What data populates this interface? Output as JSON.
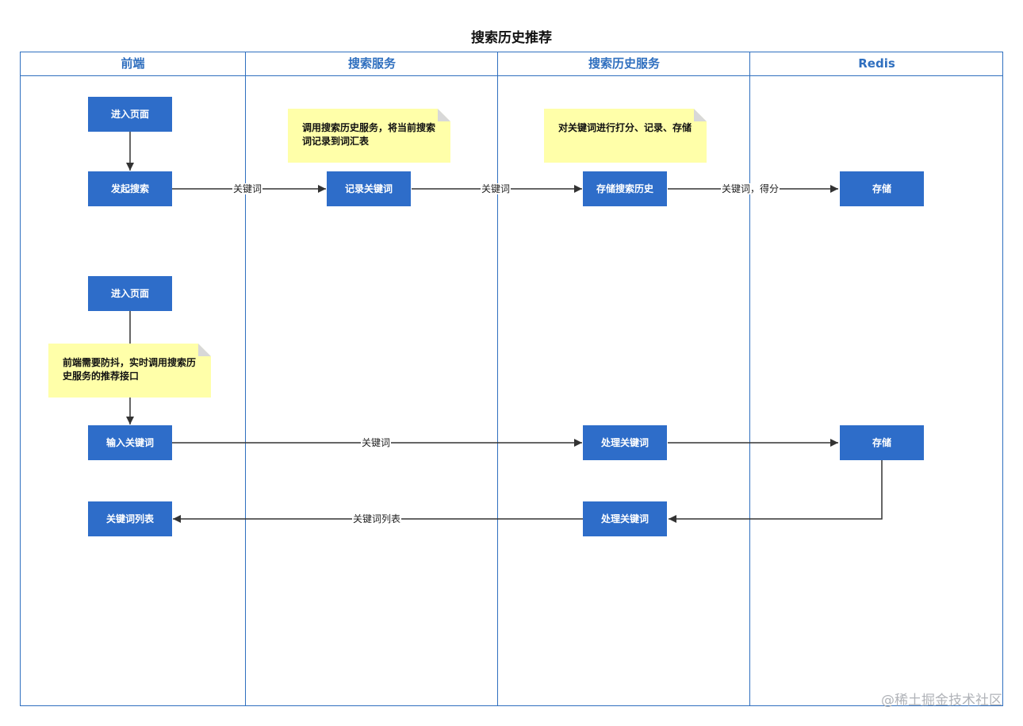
{
  "title": "搜索历史推荐",
  "lanes": [
    "前端",
    "搜索服务",
    "搜索历史服务",
    "Redis"
  ],
  "nodes": {
    "enter_page_1": "进入页面",
    "start_search": "发起搜索",
    "record_keyword": "记录关键词",
    "store_history": "存储搜索历史",
    "store_1": "存储",
    "enter_page_2": "进入页面",
    "input_keyword": "输入关键词",
    "process_keyword_1": "处理关键词",
    "store_2": "存储",
    "keyword_list": "关键词列表",
    "process_keyword_2": "处理关键词"
  },
  "notes": {
    "search_service": "调用搜索历史服务，将当前搜索词记录到词汇表",
    "history_service": "对关键词进行打分、记录、存储",
    "frontend": "前端需要防抖，实时调用搜索历史服务的推荐接口"
  },
  "edge_labels": {
    "start_to_record": "关键词",
    "record_to_store": "关键词",
    "store_to_redis": "关键词，得分",
    "input_to_process": "关键词",
    "process_to_list": "关键词列表"
  },
  "watermark": "@稀土掘金技术社区",
  "colors": {
    "lane_border": "#2f6fbf",
    "node_fill": "#2e6dc9",
    "note_fill": "#ffffa9",
    "edge": "#333333"
  }
}
